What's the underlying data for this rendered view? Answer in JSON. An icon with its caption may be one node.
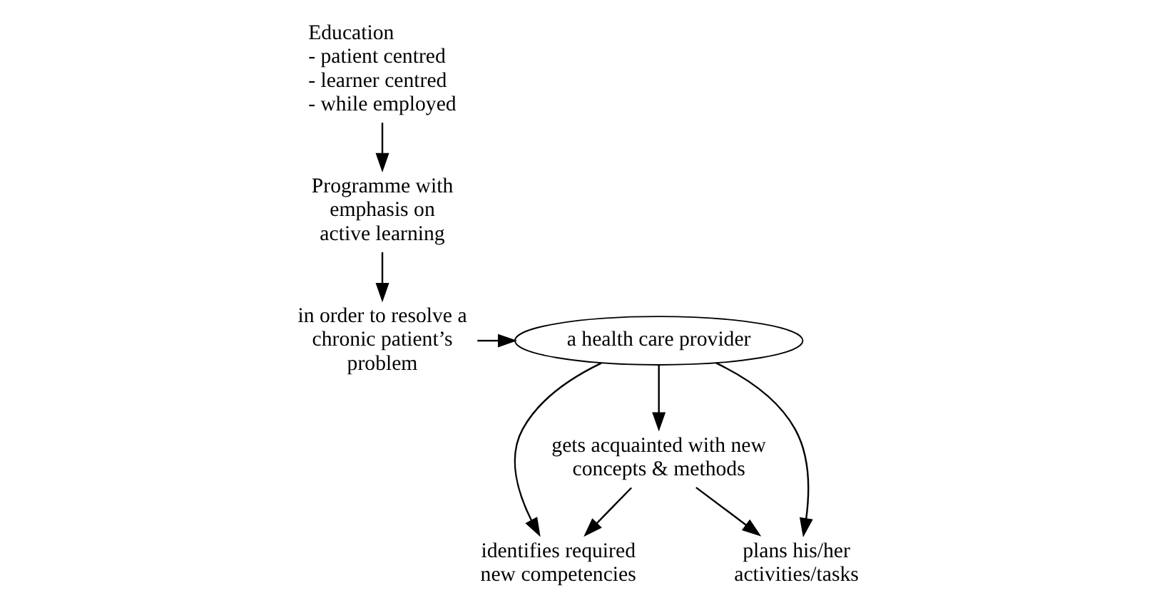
{
  "diagram": {
    "nodes": [
      {
        "text": [
          "Education",
          "- patient centred",
          "- learner centred",
          "- while employed"
        ]
      },
      {
        "text": [
          "Programme with emphasis on active learning"
        ]
      },
      {
        "text": [
          "in order to resolve a chronic patient’s problem"
        ]
      },
      {
        "text": [
          "a health care provider"
        ]
      },
      {
        "text": [
          "gets acquainted with new concepts & methods"
        ]
      },
      {
        "text": [
          "identifies required new competencies"
        ]
      },
      {
        "text": [
          "plans his/her activities/tasks"
        ]
      }
    ],
    "edges": [
      {
        "from": 0,
        "to": 1,
        "arrow": "to"
      },
      {
        "from": 1,
        "to": 2,
        "arrow": "to"
      },
      {
        "from": 2,
        "to": 3,
        "arrow": "to"
      },
      {
        "from": 3,
        "to": 4,
        "arrow": "to"
      },
      {
        "from": 3,
        "to": 5,
        "arrow": "to"
      },
      {
        "from": 4,
        "to": 5,
        "arrow": "to"
      },
      {
        "from": 4,
        "to": 6,
        "arrow": "to"
      },
      {
        "from": 3,
        "to": 6,
        "arrow": "to"
      }
    ]
  }
}
